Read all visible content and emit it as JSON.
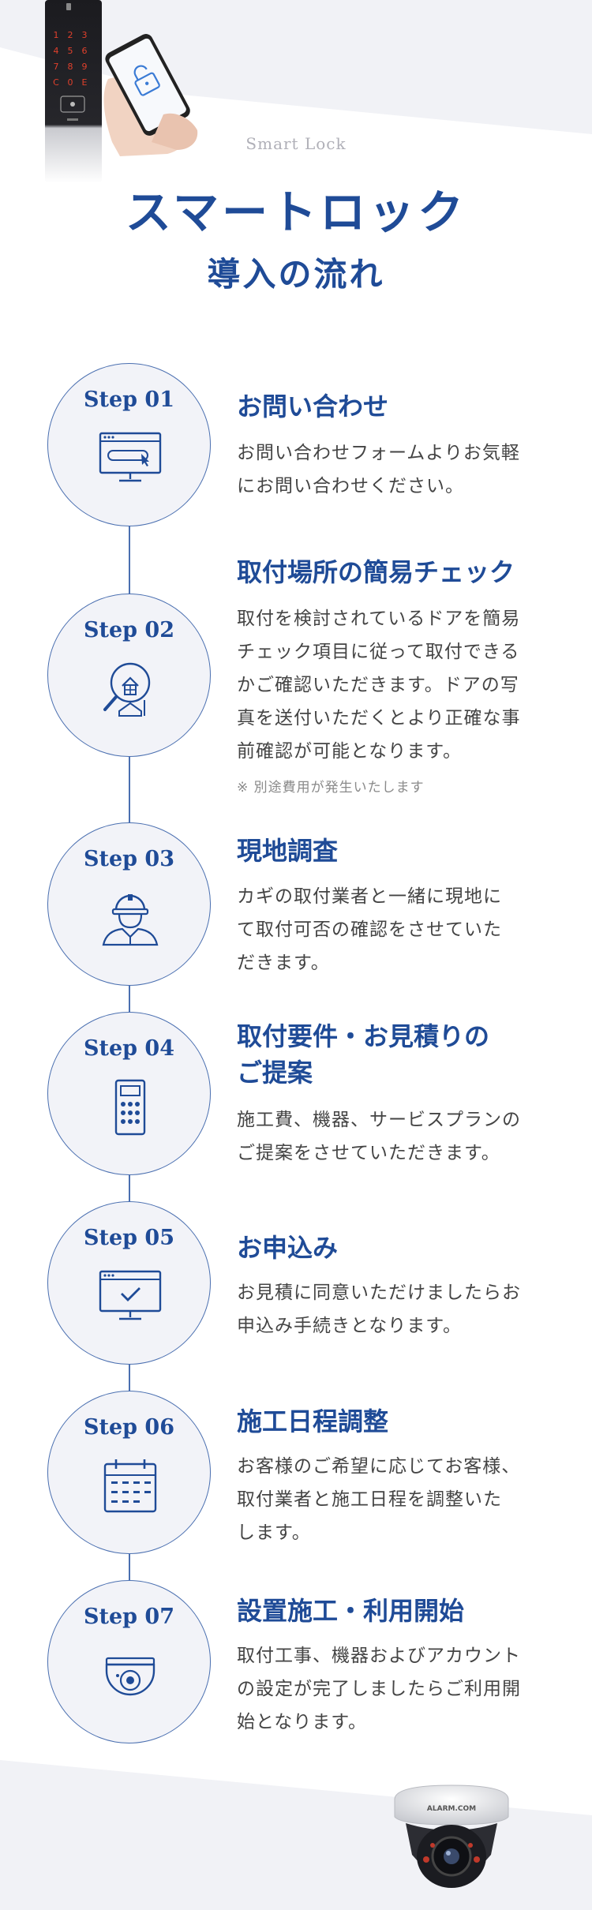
{
  "header": {
    "sub_title": "Smart Lock",
    "title_line1": "スマートロック",
    "title_line2": "導入の流れ"
  },
  "keypad_digits": [
    "1",
    "2",
    "3",
    "4",
    "5",
    "6",
    "7",
    "8",
    "9",
    "C",
    "0",
    "E"
  ],
  "colors": {
    "accent": "#1f4b97",
    "line": "#4a6fb0",
    "circle_bg": "#f2f3f8",
    "bg_gray": "#f1f2f6"
  },
  "steps": [
    {
      "label": "Step 01",
      "icon": "computer-pointer-icon",
      "title": "お問い合わせ",
      "desc_lines": [
        "お問い合わせフォームよりお気軽",
        "にお問い合わせください。"
      ]
    },
    {
      "label": "Step 02",
      "icon": "house-magnifier-icon",
      "title": "取付場所の簡易チェック",
      "desc_lines": [
        "取付を検討されているドアを簡易",
        "チェック項目に従って取付できる",
        "かご確認いただきます。ドアの写",
        "真を送付いただくとより正確な事",
        "前確認が可能となります。"
      ],
      "note": "※ 別途費用が発生いたします"
    },
    {
      "label": "Step 03",
      "icon": "worker-helmet-icon",
      "title": "現地調査",
      "desc_lines": [
        "カギの取付業者と一緒に現地に",
        "て取付可否の確認をさせていた",
        "だきます。"
      ]
    },
    {
      "label": "Step 04",
      "icon": "calculator-icon",
      "title_lines": [
        "取付要件・お見積りの",
        "ご提案"
      ],
      "desc_lines": [
        "施工費、機器、サービスプランの",
        "ご提案をさせていただきます。"
      ]
    },
    {
      "label": "Step 05",
      "icon": "monitor-check-icon",
      "title": "お申込み",
      "desc_lines": [
        "お見積に同意いただけましたらお",
        "申込み手続きとなります。"
      ]
    },
    {
      "label": "Step 06",
      "icon": "calendar-icon",
      "title": "施工日程調整",
      "desc_lines": [
        "お客様のご希望に応じてお客様、",
        "取付業者と施工日程を調整いた",
        "します。"
      ]
    },
    {
      "label": "Step 07",
      "icon": "security-camera-icon",
      "title": "設置施工・利用開始",
      "desc_lines": [
        "取付工事、機器およびアカウント",
        "の設定が完了しましたらご利用開",
        "始となります。"
      ]
    }
  ],
  "camera_brand": "ALARM.COM"
}
